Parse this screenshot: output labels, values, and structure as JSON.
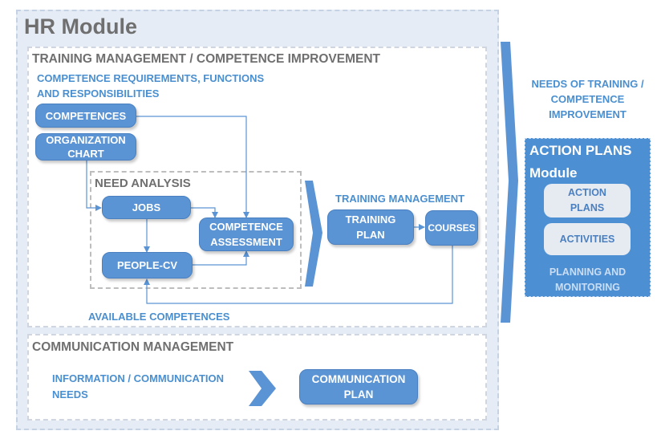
{
  "hr_module": {
    "title": "HR Module"
  },
  "training_panel": {
    "title": "TRAINING MANAGEMENT / COMPETENCE IMPROVEMENT",
    "requirements_line1": "COMPETENCE REQUIREMENTS, FUNCTIONS",
    "requirements_line2": "AND RESPONSIBILITIES",
    "competences": "COMPETENCES",
    "org_chart_line1": "ORGANIZATION",
    "org_chart_line2": "CHART",
    "need_analysis": {
      "title": "NEED ANALYSIS",
      "jobs": "JOBS",
      "people_cv": "PEOPLE-CV",
      "assessment_line1": "COMPETENCE",
      "assessment_line2": "ASSESSMENT"
    },
    "training_management_label": "TRAINING MANAGEMENT",
    "training_plan_line1": "TRAINING",
    "training_plan_line2": "PLAN",
    "courses": "COURSES",
    "available_competences": "AVAILABLE COMPETENCES"
  },
  "communication_panel": {
    "title": "COMMUNICATION MANAGEMENT",
    "needs_line1": "INFORMATION / COMMUNICATION",
    "needs_line2": "NEEDS",
    "plan_line1": "COMMUNICATION",
    "plan_line2": "PLAN"
  },
  "needs_of_training": {
    "line1": "NEEDS OF TRAINING /",
    "line2": "COMPETENCE",
    "line3": "IMPROVEMENT"
  },
  "action_plans_module": {
    "title": "ACTION PLANS",
    "subtitle": "Module",
    "action_plans_line1": "ACTION",
    "action_plans_line2": "PLANS",
    "activities": "ACTIVITIES",
    "footer_line1": "PLANNING AND",
    "footer_line2": "MONITORING"
  },
  "colors": {
    "node_blue": "#5b94d4",
    "label_blue": "#4a8fd0",
    "panel_bg": "#e5ecf6",
    "heading_gray": "#6f6f6f",
    "action_panel_blue": "#4d8fd3"
  }
}
